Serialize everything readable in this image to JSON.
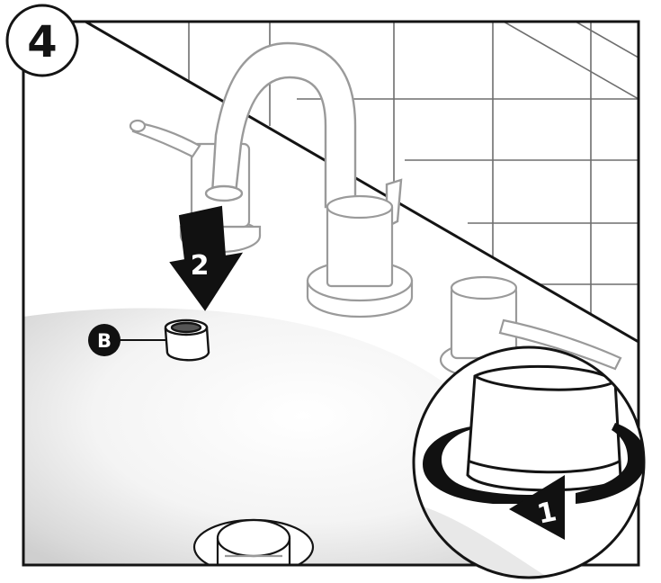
{
  "step_number": "4",
  "callouts": {
    "part_label": "B",
    "step_2": "2",
    "step_1": "1"
  },
  "colors": {
    "outline": "#141414",
    "faint_line": "#9a9a9a",
    "tile_line": "#6e6e6e",
    "sink_fill": "#eeeeee",
    "arrow_fill": "#111111"
  },
  "icons": {
    "step_badge": "circled-number",
    "push_down": "down-arrow-icon",
    "twist": "circular-rotate-arrow-icon"
  }
}
